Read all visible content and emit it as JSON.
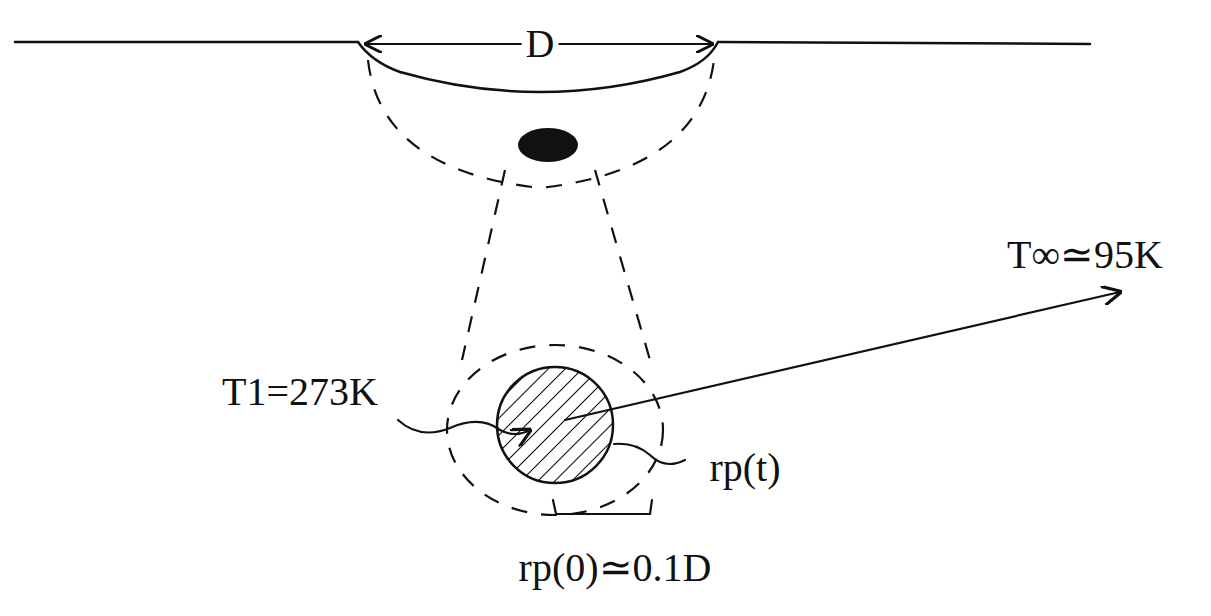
{
  "diagram": {
    "labels": [
      "D",
      "T∞≃95K",
      "T1=273K",
      "rp(t)",
      "rp(0)≃0.1D"
    ]
  }
}
